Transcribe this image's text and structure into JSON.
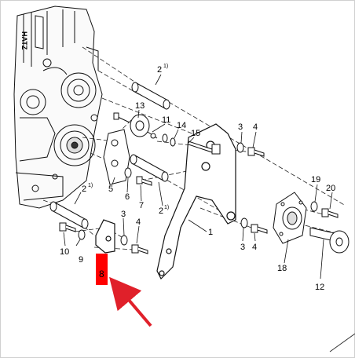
{
  "figure": {
    "engine_lettering": "HATZ",
    "labels": {
      "l1": "1",
      "l2a": "2",
      "l2a_sup": "1)",
      "l2b": "2",
      "l2b_sup": "1)",
      "l2c": "2",
      "l2c_sup": "1)",
      "l3a": "3",
      "l3b": "3",
      "l3c": "3",
      "l4a": "4",
      "l4b": "4",
      "l4c": "4",
      "l5": "5",
      "l6": "6",
      "l7": "7",
      "l8": "8",
      "l9": "9",
      "l10": "10",
      "l11": "11",
      "l12": "12",
      "l13": "13",
      "l14": "14",
      "l15": "15",
      "l18": "18",
      "l19": "19",
      "l20": "20"
    },
    "highlight": {
      "part": "8",
      "box_color": "#ff0000",
      "arrow_color": "#e0202a"
    }
  }
}
